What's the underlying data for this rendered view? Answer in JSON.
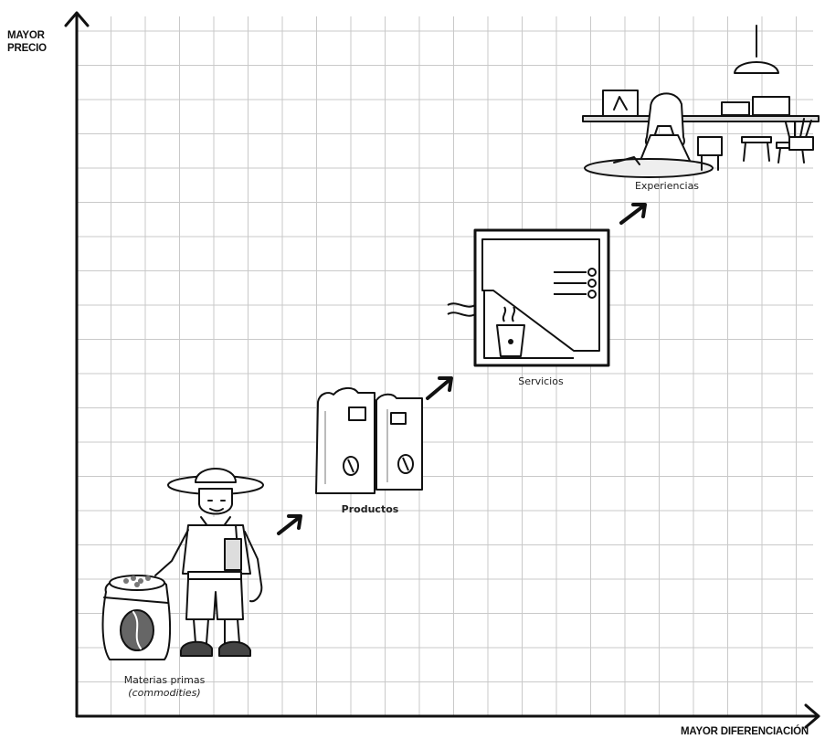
{
  "axes": {
    "y_label_line1": "MAYOR",
    "y_label_line2": "PRECIO",
    "x_label": "MAYOR DIFERENCIACIÓN"
  },
  "stages": [
    {
      "id": "materias-primas",
      "label": "Materias primas",
      "sublabel": "(commodities)",
      "icon": "farmer-with-coffee-sack-icon"
    },
    {
      "id": "productos",
      "label": "Productos",
      "icon": "coffee-bags-icon"
    },
    {
      "id": "servicios",
      "label": "Servicios",
      "icon": "coffee-machine-icon"
    },
    {
      "id": "experiencias",
      "label": "Experiencias",
      "icon": "cafe-scene-icon"
    }
  ],
  "colors": {
    "grid": "#c9c9c9",
    "ink": "#111111",
    "background": "#ffffff"
  }
}
